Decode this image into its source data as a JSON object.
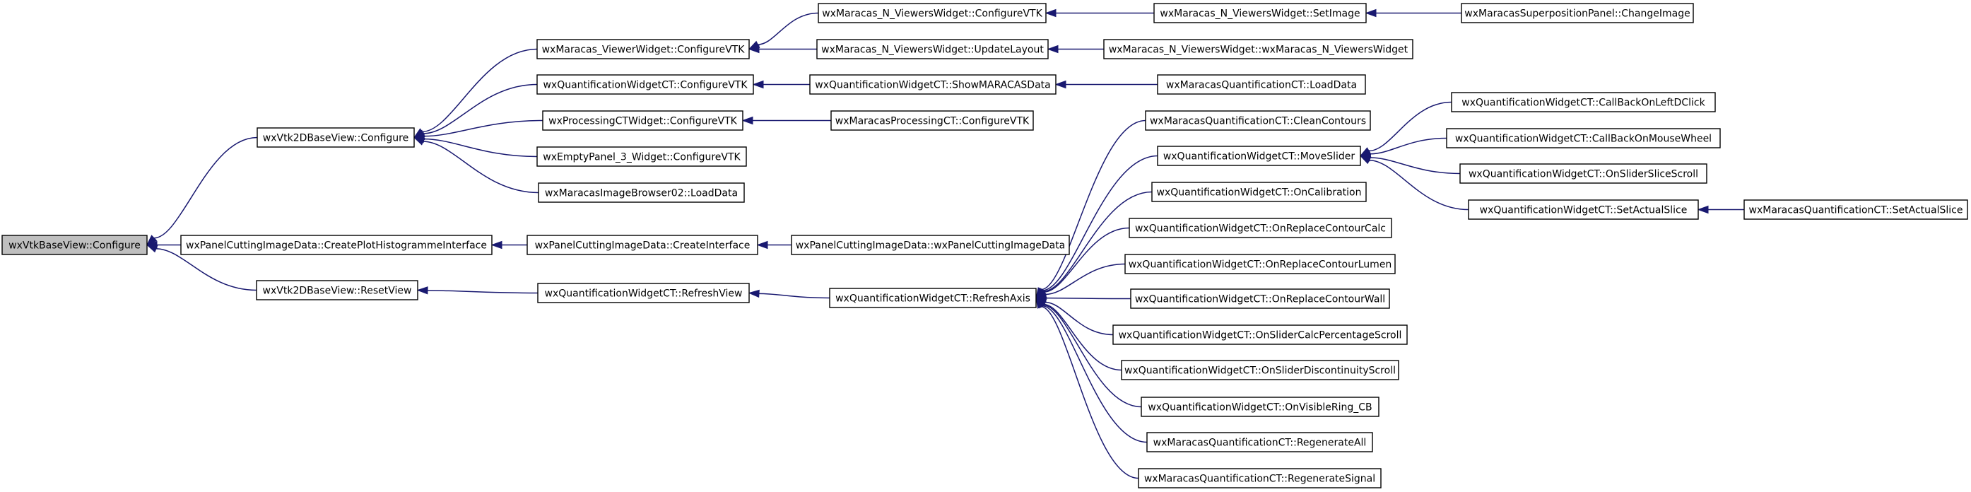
{
  "colors": {
    "edge": "#191970",
    "node_border": "#000000",
    "root_fill": "#bfbfbf",
    "node_fill": "#ffffff"
  },
  "nodes": [
    {
      "id": "n_root",
      "label": "wxVtkBaseView::Configure",
      "root": true
    },
    {
      "id": "n_v2d_conf",
      "label": "wxVtk2DBaseView::Configure"
    },
    {
      "id": "n_pci_plot",
      "label": "wxPanelCuttingImageData::CreatePlotHistogrammeInterface"
    },
    {
      "id": "n_v2d_reset",
      "label": "wxVtk2DBaseView::ResetView"
    },
    {
      "id": "n_viewer_conf",
      "label": "wxMaracas_ViewerWidget::ConfigureVTK"
    },
    {
      "id": "n_qwct_conf",
      "label": "wxQuantificationWidgetCT::ConfigureVTK"
    },
    {
      "id": "n_pct_conf",
      "label": "wxProcessingCTWidget::ConfigureVTK"
    },
    {
      "id": "n_empty_conf",
      "label": "wxEmptyPanel_3_Widget::ConfigureVTK"
    },
    {
      "id": "n_browser_load",
      "label": "wxMaracasImageBrowser02::LoadData"
    },
    {
      "id": "n_nviewers_conf",
      "label": "wxMaracas_N_ViewersWidget::ConfigureVTK"
    },
    {
      "id": "n_nviewers_update",
      "label": "wxMaracas_N_ViewersWidget::UpdateLayout"
    },
    {
      "id": "n_nviewers_setimage",
      "label": "wxMaracas_N_ViewersWidget::SetImage"
    },
    {
      "id": "n_superpos_change",
      "label": "wxMaracasSuperpositionPanel::ChangeImage"
    },
    {
      "id": "n_nviewers_ctor",
      "label": "wxMaracas_N_ViewersWidget::wxMaracas_N_ViewersWidget"
    },
    {
      "id": "n_qwct_show",
      "label": "wxQuantificationWidgetCT::ShowMARACASData"
    },
    {
      "id": "n_mqct_load",
      "label": "wxMaracasQuantificationCT::LoadData"
    },
    {
      "id": "n_mpct_conf",
      "label": "wxMaracasProcessingCT::ConfigureVTK"
    },
    {
      "id": "n_pci_create",
      "label": "wxPanelCuttingImageData::CreateInterface"
    },
    {
      "id": "n_pci_ctor",
      "label": "wxPanelCuttingImageData::wxPanelCuttingImageData"
    },
    {
      "id": "n_qwct_refreshview",
      "label": "wxQuantificationWidgetCT::RefreshView"
    },
    {
      "id": "n_qwct_refreshaxis",
      "label": "wxQuantificationWidgetCT::RefreshAxis"
    },
    {
      "id": "n_mqct_clean",
      "label": "wxMaracasQuantificationCT::CleanContours"
    },
    {
      "id": "n_qwct_move",
      "label": "wxQuantificationWidgetCT::MoveSlider"
    },
    {
      "id": "n_qwct_calib",
      "label": "wxQuantificationWidgetCT::OnCalibration"
    },
    {
      "id": "n_qwct_calc",
      "label": "wxQuantificationWidgetCT::OnReplaceContourCalc"
    },
    {
      "id": "n_qwct_lumen",
      "label": "wxQuantificationWidgetCT::OnReplaceContourLumen"
    },
    {
      "id": "n_qwct_wall",
      "label": "wxQuantificationWidgetCT::OnReplaceContourWall"
    },
    {
      "id": "n_qwct_calcperc",
      "label": "wxQuantificationWidgetCT::OnSliderCalcPercentageScroll"
    },
    {
      "id": "n_qwct_discont",
      "label": "wxQuantificationWidgetCT::OnSliderDiscontinuityScroll"
    },
    {
      "id": "n_qwct_visible",
      "label": "wxQuantificationWidgetCT::OnVisibleRing_CB"
    },
    {
      "id": "n_mqct_regenall",
      "label": "wxMaracasQuantificationCT::RegenerateAll"
    },
    {
      "id": "n_mqct_regensig",
      "label": "wxMaracasQuantificationCT::RegenerateSignal"
    },
    {
      "id": "n_qwct_leftdclick",
      "label": "wxQuantificationWidgetCT::CallBackOnLeftDClick"
    },
    {
      "id": "n_qwct_wheel",
      "label": "wxQuantificationWidgetCT::CallBackOnMouseWheel"
    },
    {
      "id": "n_qwct_slicescroll",
      "label": "wxQuantificationWidgetCT::OnSliderSliceScroll"
    },
    {
      "id": "n_qwct_setslice",
      "label": "wxQuantificationWidgetCT::SetActualSlice"
    },
    {
      "id": "n_mqct_setslice",
      "label": "wxMaracasQuantificationCT::SetActualSlice"
    }
  ],
  "edges": [
    {
      "from": "n_v2d_conf",
      "to": "n_root"
    },
    {
      "from": "n_pci_plot",
      "to": "n_root"
    },
    {
      "from": "n_v2d_reset",
      "to": "n_root"
    },
    {
      "from": "n_viewer_conf",
      "to": "n_v2d_conf"
    },
    {
      "from": "n_qwct_conf",
      "to": "n_v2d_conf"
    },
    {
      "from": "n_pct_conf",
      "to": "n_v2d_conf"
    },
    {
      "from": "n_empty_conf",
      "to": "n_v2d_conf"
    },
    {
      "from": "n_browser_load",
      "to": "n_v2d_conf"
    },
    {
      "from": "n_nviewers_conf",
      "to": "n_viewer_conf"
    },
    {
      "from": "n_nviewers_update",
      "to": "n_viewer_conf"
    },
    {
      "from": "n_nviewers_setimage",
      "to": "n_nviewers_conf"
    },
    {
      "from": "n_superpos_change",
      "to": "n_nviewers_setimage"
    },
    {
      "from": "n_nviewers_ctor",
      "to": "n_nviewers_update"
    },
    {
      "from": "n_qwct_show",
      "to": "n_qwct_conf"
    },
    {
      "from": "n_mqct_load",
      "to": "n_qwct_show"
    },
    {
      "from": "n_mpct_conf",
      "to": "n_pct_conf"
    },
    {
      "from": "n_pci_create",
      "to": "n_pci_plot"
    },
    {
      "from": "n_pci_ctor",
      "to": "n_pci_create"
    },
    {
      "from": "n_qwct_refreshview",
      "to": "n_v2d_reset"
    },
    {
      "from": "n_qwct_refreshaxis",
      "to": "n_qwct_refreshview"
    },
    {
      "from": "n_mqct_clean",
      "to": "n_qwct_refreshaxis"
    },
    {
      "from": "n_qwct_move",
      "to": "n_qwct_refreshaxis"
    },
    {
      "from": "n_qwct_calib",
      "to": "n_qwct_refreshaxis"
    },
    {
      "from": "n_qwct_calc",
      "to": "n_qwct_refreshaxis"
    },
    {
      "from": "n_qwct_lumen",
      "to": "n_qwct_refreshaxis"
    },
    {
      "from": "n_qwct_wall",
      "to": "n_qwct_refreshaxis"
    },
    {
      "from": "n_qwct_calcperc",
      "to": "n_qwct_refreshaxis"
    },
    {
      "from": "n_qwct_discont",
      "to": "n_qwct_refreshaxis"
    },
    {
      "from": "n_qwct_visible",
      "to": "n_qwct_refreshaxis"
    },
    {
      "from": "n_mqct_regenall",
      "to": "n_qwct_refreshaxis"
    },
    {
      "from": "n_mqct_regensig",
      "to": "n_qwct_refreshaxis"
    },
    {
      "from": "n_qwct_leftdclick",
      "to": "n_qwct_move"
    },
    {
      "from": "n_qwct_wheel",
      "to": "n_qwct_move"
    },
    {
      "from": "n_qwct_slicescroll",
      "to": "n_qwct_move"
    },
    {
      "from": "n_qwct_setslice",
      "to": "n_qwct_move"
    },
    {
      "from": "n_mqct_setslice",
      "to": "n_qwct_setslice"
    }
  ]
}
